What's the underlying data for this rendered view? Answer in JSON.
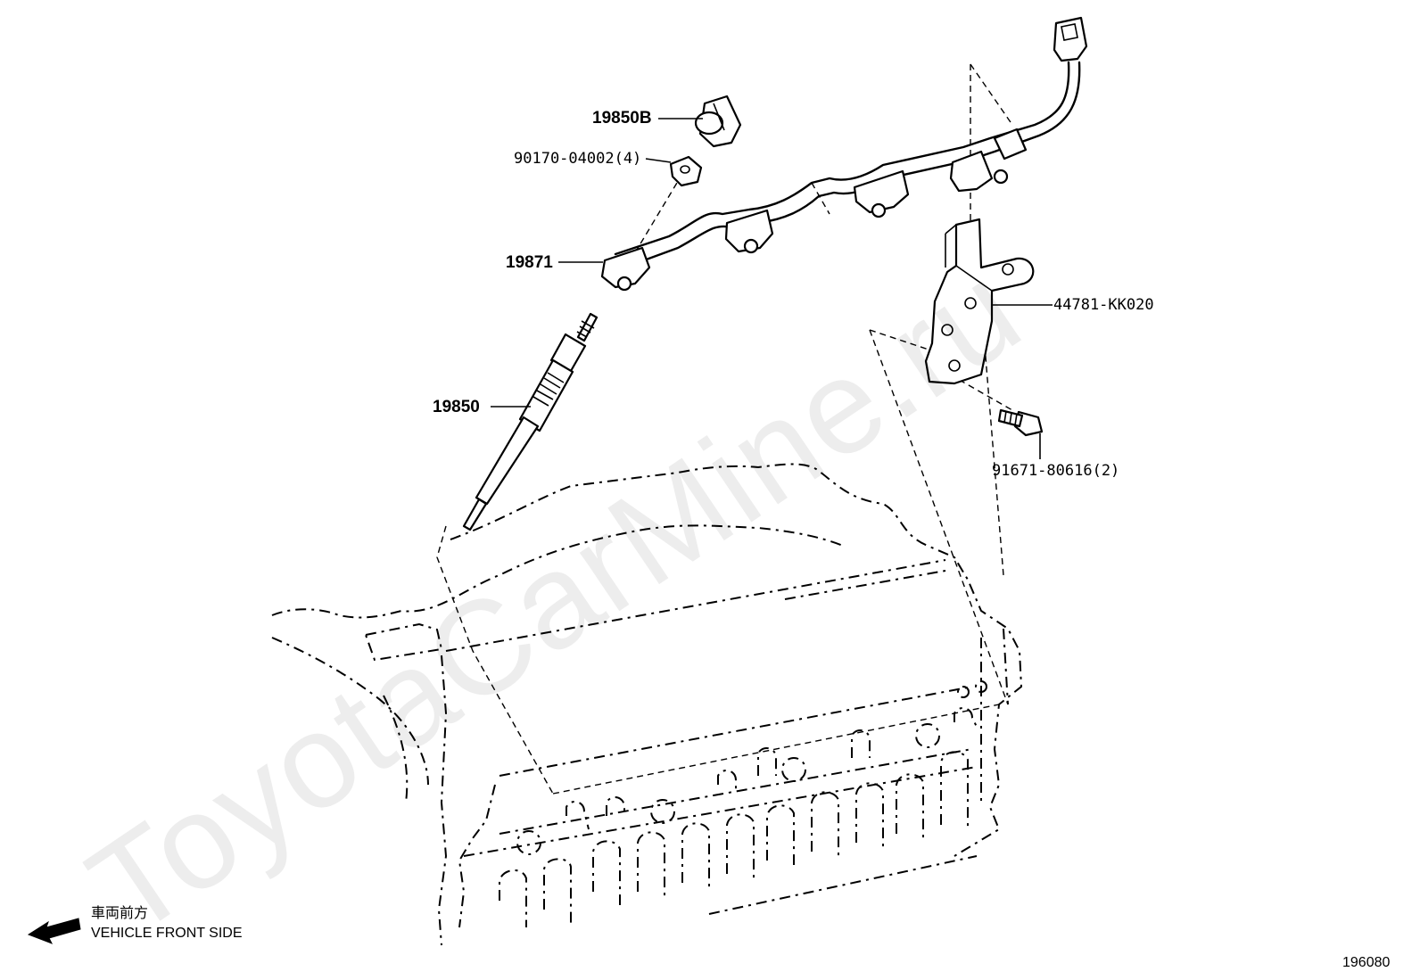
{
  "watermark": "ToyotaCarMine.ru",
  "callouts": [
    {
      "id": "19850B",
      "text": "19850B"
    },
    {
      "id": "90170",
      "text": "90170-04002(4)"
    },
    {
      "id": "19871",
      "text": "19871"
    },
    {
      "id": "19850",
      "text": "19850"
    },
    {
      "id": "44781",
      "text": "44781-KK020"
    },
    {
      "id": "91671",
      "text": "91671-80616(2)"
    }
  ],
  "front_note": {
    "jp": "車両前方",
    "en": "VEHICLE FRONT SIDE"
  },
  "figure_number": "196080"
}
